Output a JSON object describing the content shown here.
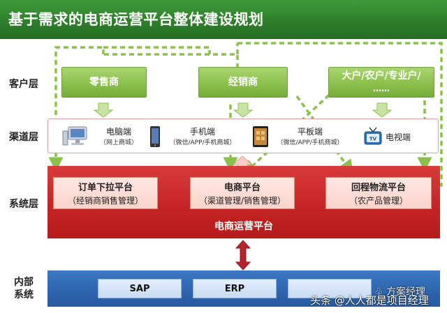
{
  "title": "基于需求的电商运营平台整体建设规划",
  "layers": {
    "customer": "客户层",
    "channel": "渠道层",
    "system": "系统层",
    "internal_line1": "内部",
    "internal_line2": "系统"
  },
  "customers": [
    {
      "label": "零售商"
    },
    {
      "label": "经销商"
    },
    {
      "line1": "大户/农户/专业户/",
      "line2": "……"
    }
  ],
  "channels": [
    {
      "name": "电脑端",
      "sub": "（网上商城）",
      "icon": "computer-icon"
    },
    {
      "name": "手机端",
      "sub": "（微信/APP/手机商城）",
      "icon": "phone-icon"
    },
    {
      "name": "平板端",
      "sub": "（微信/APP/手机商城）",
      "icon": "tablet-icon"
    },
    {
      "name": "电视端",
      "sub": "",
      "icon": "tv-icon"
    }
  ],
  "platforms": [
    {
      "title": "订单下拉平台",
      "sub": "（经销商销售管理）"
    },
    {
      "title": "电商平台",
      "sub": "（渠道管理/销售管理）"
    },
    {
      "title": "回程物流平台",
      "sub": "（农产品管理）"
    }
  ],
  "system_label": "电商运营平台",
  "internal_systems": [
    "SAP",
    "ERP",
    ""
  ],
  "watermark": "头条 @人人都是项目经理",
  "watermark_name": "方案经理",
  "colors": {
    "green_header": "#2f7f2c",
    "green_box": "#8cc04d",
    "red_system": "#c42323",
    "blue_internal": "#2d64ad",
    "arrow_green": "#8cc04d",
    "arrow_red": "#f2a9a0"
  }
}
